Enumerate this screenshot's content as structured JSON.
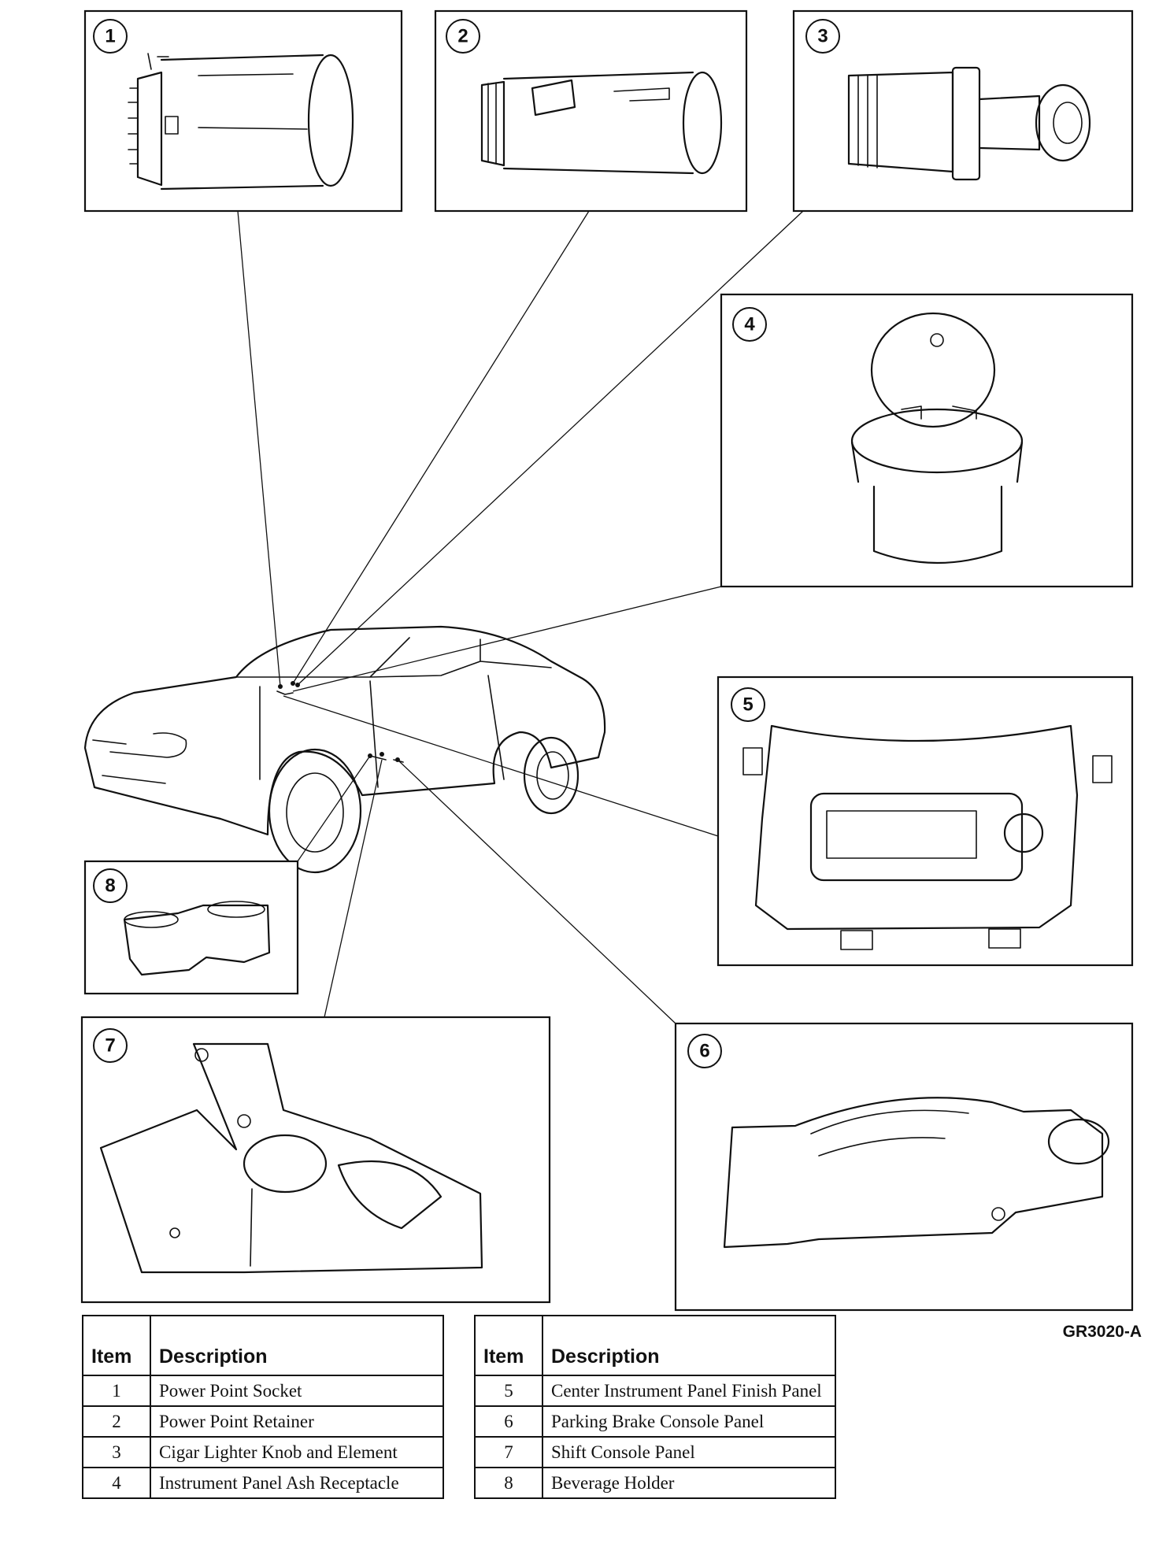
{
  "diagram": {
    "callouts": [
      "1",
      "2",
      "3",
      "4",
      "5",
      "6",
      "7",
      "8"
    ],
    "figure_code": "GR3020-A"
  },
  "legend_left": {
    "header_item": "Item",
    "header_description": "Description",
    "rows": [
      {
        "item": "1",
        "description": "Power Point Socket"
      },
      {
        "item": "2",
        "description": "Power Point Retainer"
      },
      {
        "item": "3",
        "description": "Cigar Lighter Knob and Element"
      },
      {
        "item": "4",
        "description": "Instrument Panel Ash Receptacle"
      }
    ]
  },
  "legend_right": {
    "header_item": "Item",
    "header_description": "Description",
    "rows": [
      {
        "item": "5",
        "description": "Center Instrument Panel Finish Panel"
      },
      {
        "item": "6",
        "description": "Parking Brake Console Panel"
      },
      {
        "item": "7",
        "description": "Shift Console Panel"
      },
      {
        "item": "8",
        "description": "Beverage Holder"
      }
    ]
  }
}
